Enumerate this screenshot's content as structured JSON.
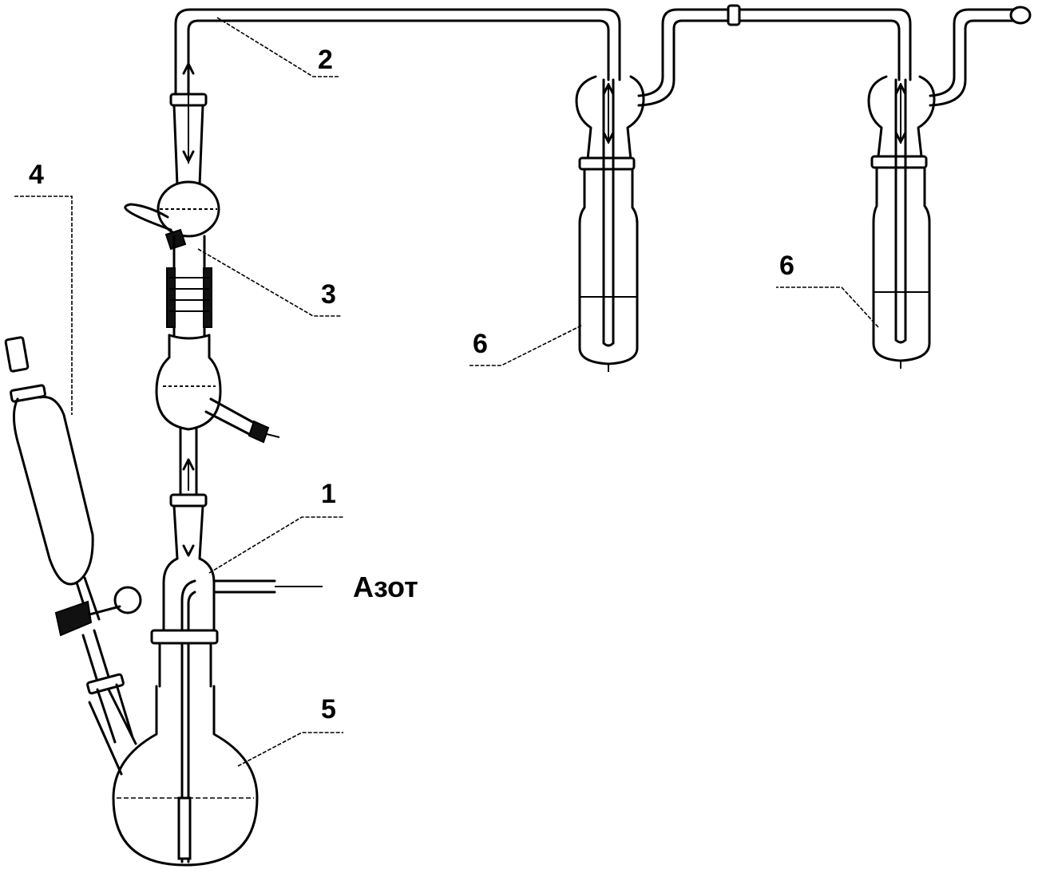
{
  "labels": {
    "reactor_tube": "1",
    "bridge_tube": "2",
    "reflux_condenser": "3",
    "dropping_funnel": "4",
    "round_flask": "5",
    "absorber_left": "6",
    "absorber_right": "6"
  },
  "gas_inlet_label": "Азот"
}
